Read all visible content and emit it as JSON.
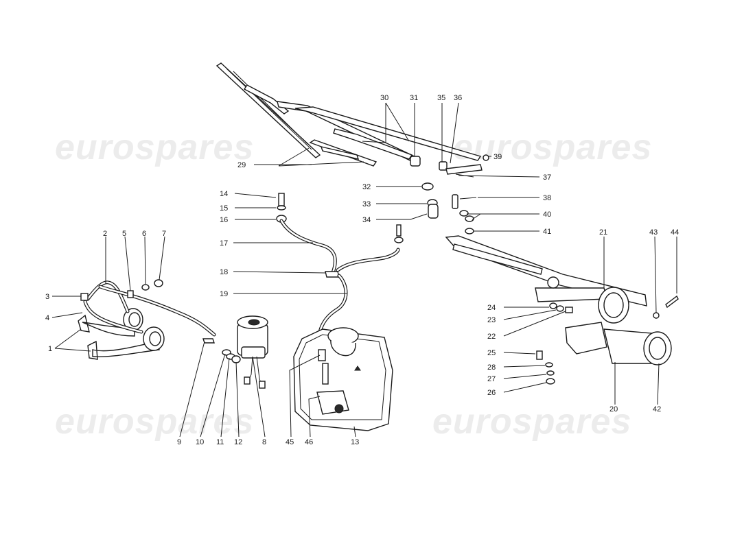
{
  "watermark": {
    "text": "eurospares"
  },
  "callouts": [
    {
      "id": "c1",
      "text": "1"
    },
    {
      "id": "c2",
      "text": "2"
    },
    {
      "id": "c3",
      "text": "3"
    },
    {
      "id": "c4",
      "text": "4"
    },
    {
      "id": "c5",
      "text": "5"
    },
    {
      "id": "c6",
      "text": "6"
    },
    {
      "id": "c7",
      "text": "7"
    },
    {
      "id": "c8",
      "text": "8"
    },
    {
      "id": "c9",
      "text": "9"
    },
    {
      "id": "c10",
      "text": "10"
    },
    {
      "id": "c11",
      "text": "11"
    },
    {
      "id": "c12",
      "text": "12"
    },
    {
      "id": "c13",
      "text": "13"
    },
    {
      "id": "c14",
      "text": "14"
    },
    {
      "id": "c15",
      "text": "15"
    },
    {
      "id": "c16",
      "text": "16"
    },
    {
      "id": "c17",
      "text": "17"
    },
    {
      "id": "c18",
      "text": "18"
    },
    {
      "id": "c19",
      "text": "19"
    },
    {
      "id": "c20",
      "text": "20"
    },
    {
      "id": "c21",
      "text": "21"
    },
    {
      "id": "c22",
      "text": "22"
    },
    {
      "id": "c23",
      "text": "23"
    },
    {
      "id": "c24",
      "text": "24"
    },
    {
      "id": "c25",
      "text": "25"
    },
    {
      "id": "c26",
      "text": "26"
    },
    {
      "id": "c27",
      "text": "27"
    },
    {
      "id": "c28",
      "text": "28"
    },
    {
      "id": "c29",
      "text": "29"
    },
    {
      "id": "c30",
      "text": "30"
    },
    {
      "id": "c31",
      "text": "31"
    },
    {
      "id": "c32",
      "text": "32"
    },
    {
      "id": "c33",
      "text": "33"
    },
    {
      "id": "c34",
      "text": "34"
    },
    {
      "id": "c35",
      "text": "35"
    },
    {
      "id": "c36",
      "text": "36"
    },
    {
      "id": "c37",
      "text": "37"
    },
    {
      "id": "c38",
      "text": "38"
    },
    {
      "id": "c39",
      "text": "39"
    },
    {
      "id": "c40",
      "text": "40"
    },
    {
      "id": "c41",
      "text": "41"
    },
    {
      "id": "c42",
      "text": "42"
    },
    {
      "id": "c43",
      "text": "43"
    },
    {
      "id": "c44",
      "text": "44"
    },
    {
      "id": "c45",
      "text": "45"
    },
    {
      "id": "c46",
      "text": "46"
    }
  ]
}
